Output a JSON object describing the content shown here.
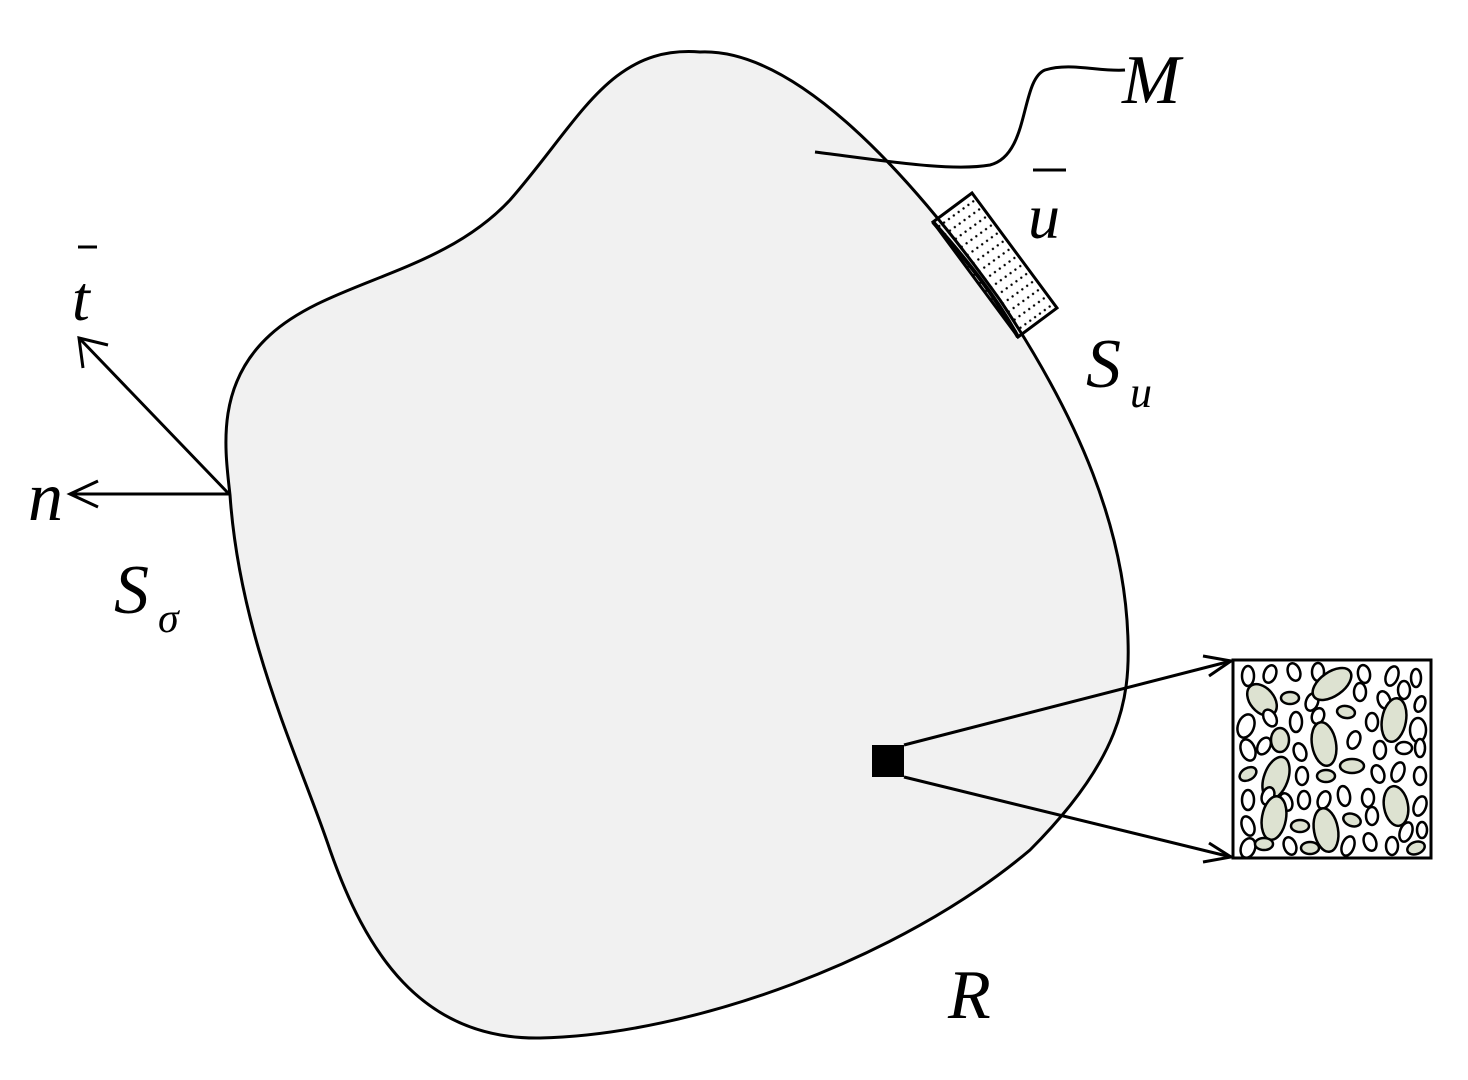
{
  "labels": {
    "M": "M",
    "u": "u",
    "S_u_main": "S",
    "S_u_sub": "u",
    "t": "t",
    "n": "n",
    "S_sigma_main": "S",
    "S_sigma_sub": "σ",
    "R": "R"
  },
  "colors": {
    "body_fill": "#f1f1f1",
    "stroke": "#000000",
    "grain_fill": "#dde2d1"
  }
}
